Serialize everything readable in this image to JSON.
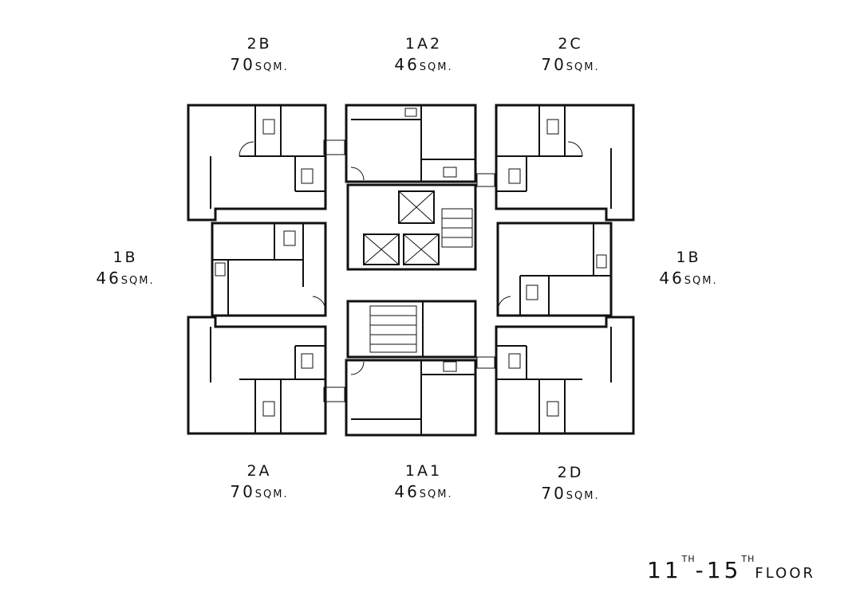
{
  "units": {
    "u2b": {
      "name": "2B",
      "area": "70",
      "unit": "SQM."
    },
    "u1a2": {
      "name": "1A2",
      "area": "46",
      "unit": "SQM."
    },
    "u2c": {
      "name": "2C",
      "area": "70",
      "unit": "SQM."
    },
    "u1bl": {
      "name": "1B",
      "area": "46",
      "unit": "SQM."
    },
    "u1br": {
      "name": "1B",
      "area": "46",
      "unit": "SQM."
    },
    "u2a": {
      "name": "2A",
      "area": "70",
      "unit": "SQM."
    },
    "u1a1": {
      "name": "1A1",
      "area": "46",
      "unit": "SQM."
    },
    "u2d": {
      "name": "2D",
      "area": "70",
      "unit": "SQM."
    }
  },
  "floor": {
    "from": "11",
    "from_sup": "TH",
    "dash": "-",
    "to": "15",
    "to_sup": "TH",
    "word": "FLOOR"
  }
}
